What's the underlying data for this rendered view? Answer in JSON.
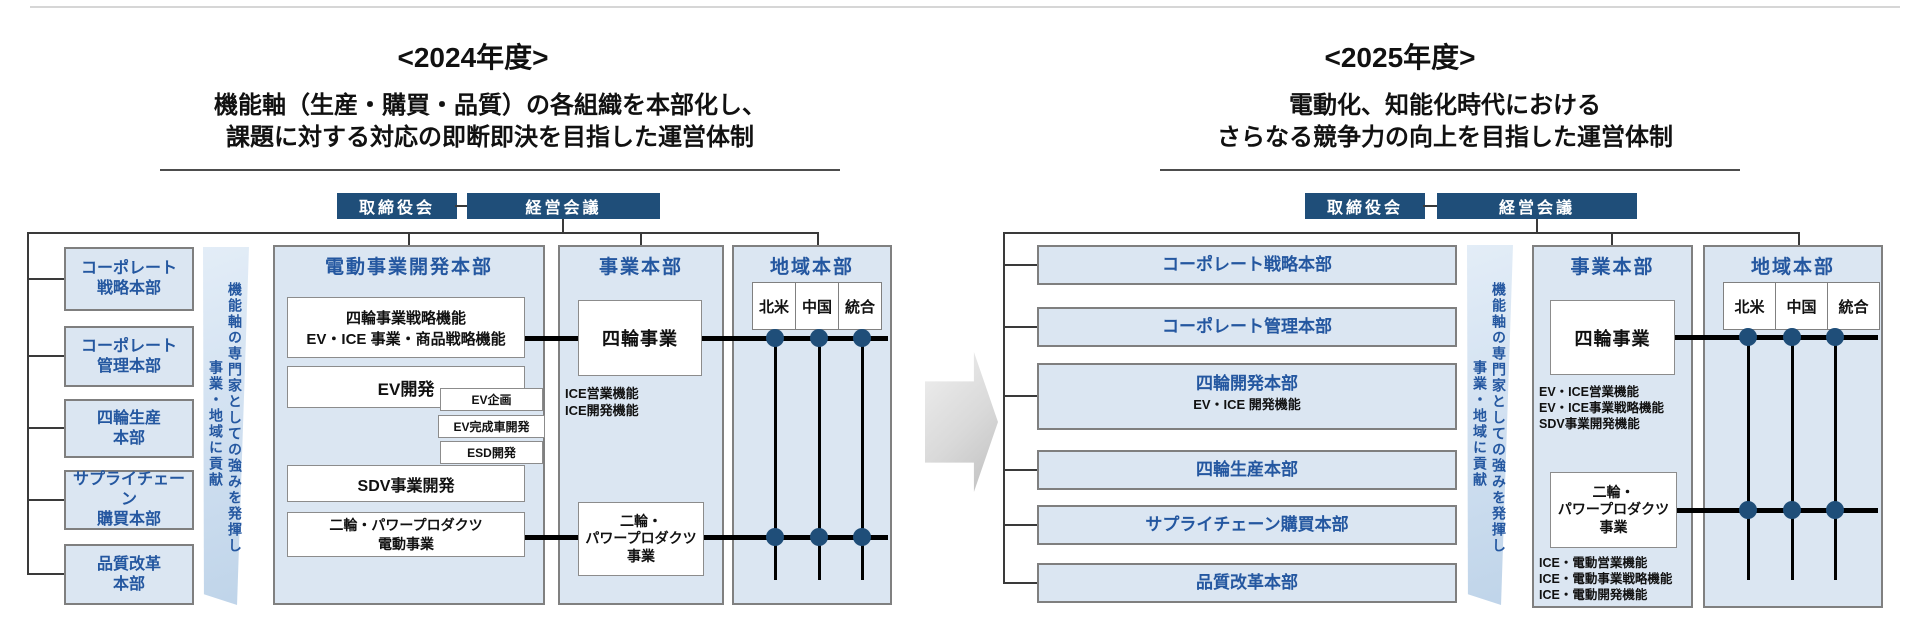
{
  "left": {
    "title": "<2024年度>",
    "description": "機能軸（生産・購買・品質）の各組織を本部化し、\n課題に対する対応の即断即決を目指した運営体制",
    "board": "取締役会",
    "exec_council": "経営会議",
    "hq_boxes": [
      "コーポレート\n戦略本部",
      "コーポレート\n管理本部",
      "四輪生産\n本部",
      "サプライチェーン\n購買本部",
      "品質改革\n本部"
    ],
    "banner": {
      "line1": "機能軸の専門家としての強みを発揮し",
      "line2": "事業・地域に貢献"
    },
    "ev_dev_hq": {
      "title": "電動事業開発本部",
      "strategy_box": "四輪事業戦略機能\nEV・ICE 事業・商品戦略機能",
      "ev_dev_box": "EV開発",
      "ev_sub_boxes": [
        "EV企画",
        "EV完成車開発",
        "ESD開発"
      ],
      "sdv_box": "SDV事業開発",
      "motorcycle_box": "二輪・パワープロダクツ\n電動事業"
    },
    "business_hq": {
      "title": "事業本部",
      "auto_box": "四輪事業",
      "auto_notes": "ICE営業機能\nICE開発機能",
      "motorcycle_box": "二輪・\nパワープロダクツ\n事業"
    },
    "regional_hq": {
      "title": "地域本部",
      "regions": [
        "北米",
        "中国",
        "統合"
      ]
    }
  },
  "right": {
    "title": "<2025年度>",
    "description": "電動化、知能化時代における\nさらなる競争力の向上を目指した運営体制",
    "board": "取締役会",
    "exec_council": "経営会議",
    "hq_boxes": [
      {
        "label": "コーポレート戦略本部"
      },
      {
        "label": "コーポレート管理本部"
      },
      {
        "label": "四輪開発本部",
        "note": "EV・ICE 開発機能"
      },
      {
        "label": "四輪生産本部"
      },
      {
        "label": "サプライチェーン購買本部"
      },
      {
        "label": "品質改革本部"
      }
    ],
    "banner": {
      "line1": "機能軸の専門家としての強みを発揮し",
      "line2": "事業・地域に貢献"
    },
    "business_hq": {
      "title": "事業本部",
      "auto_box": "四輪事業",
      "auto_notes": "EV・ICE営業機能\nEV・ICE事業戦略機能\nSDV事業開発機能",
      "motorcycle_box": "二輪・\nパワープロダクツ\n事業",
      "motorcycle_notes": "ICE・電動営業機能\nICE・電動事業戦略機能\nICE・電動開発機能"
    },
    "regional_hq": {
      "title": "地域本部",
      "regions": [
        "北米",
        "中国",
        "統合"
      ]
    }
  },
  "colors": {
    "navy": "#1f4e79",
    "panel_blue": "#dbe6f2",
    "label_blue": "#2457a0",
    "line_black": "#000000"
  }
}
